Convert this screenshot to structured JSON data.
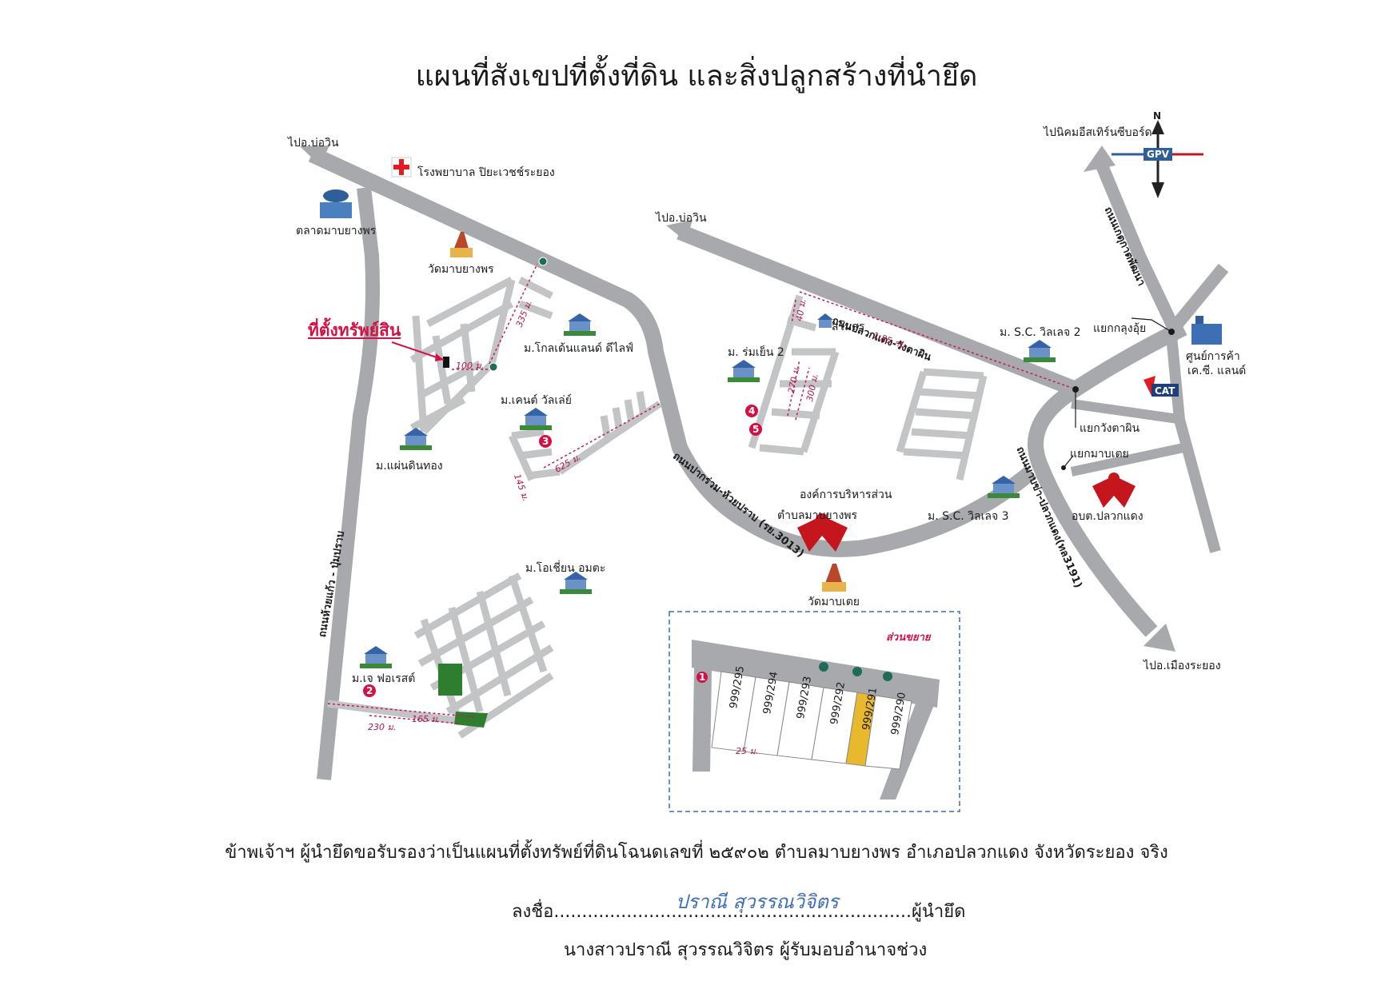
{
  "title": "แผนที่สังเขปที่ตั้งที่ดิน และสิ่งปลูกสร้างที่นำยึด",
  "places": {
    "to_bo_win_left": "ไปอ.บ่อวิน",
    "to_bo_win_mid": "ไปอ.บ่อวิน",
    "to_nikhom": "ไปนิคมอีสเทิร์นซีบอร์ด",
    "to_mueang_rayong": "ไปอ.เมืองระยอง",
    "hospital": "โรงพยาบาล ปิยะเวชช์ระยอง",
    "market": "ตลาดมาบยางพร",
    "temple_mabyangphon": "วัดมาบยางพร",
    "target": "ที่ตั้งทรัพย์สิน",
    "golden_land": "ม.โกลเด้นแลนด์ ดีไลฟ์",
    "kent_valley": "ม.เคนต์ วัลเล่ย์",
    "phaen_din_thong": "ม.แผ่นดินทอง",
    "rom_yen_2": "ม. ร่มเย็น 2",
    "samosorn": "สโมสร",
    "sc_village_2": "ม. S.C. วิลเลจ 2",
    "sc_village_3": "ม. S.C. วิลเลจ 3",
    "junction_kung_ui": "แยกกลุงอุ้ย",
    "junction_wang_ta_phin": "แยกวังตาผิน",
    "junction_map_toei": "แยกมาบเตย",
    "commerce_center_line1": "ศูนย์การค้า",
    "commerce_center_line2": "เค.ซี. แลนด์",
    "cat": "CAT",
    "tao_mabyangphon_line1": "องค์การบริหารส่วน",
    "tao_mabyangphon_line2": "ตำบลมาบยางพร",
    "tao_pluakdaeng": "อบต.ปลวกแดง",
    "temple_maptoei": "วัดมาบเตย",
    "ocean_amata": "ม.โอเชี่ยน อมตะ",
    "j_forest": "ม.เจ ฟอเรสต์"
  },
  "roads": {
    "pluakdaeng_wang_ta_phin": "ถนนปลวกแดง-วังตาผิน",
    "pakruam_huai_prap": "ถนนปากร่วม-ห้วยปราบ (รย.3013)",
    "huai_kaeo_pum": "ถนนห้วยแก้ว - ปุ่มปราบ",
    "map_yang_pluakdaeng": "ถนนมาบข่า-ปลวกแดง(ทล3191)",
    "kung_ui_road": "ถนนเกตุกาตพัฒนา"
  },
  "distances": {
    "d100": "100 ม.",
    "d335": "335 ม.",
    "d625": "625 ม.",
    "d145": "145 ม.",
    "d1_85km": "1.85 กม.",
    "d270": "270 ม.",
    "d300": "300 ม.",
    "d40": "40 ม.",
    "d165": "165 ม.",
    "d230": "230 ม.",
    "d25": "25 ม."
  },
  "markers": {
    "m1": "1",
    "m2": "2",
    "m3": "3",
    "m4": "4",
    "m5": "5"
  },
  "compass": {
    "north": "N",
    "logo": "GPV"
  },
  "inset": {
    "title": "ส่วนขยาย",
    "plots": [
      "999/295",
      "999/294",
      "999/293",
      "999/292",
      "999/291",
      "999/290"
    ],
    "highlight_plot": "999/291"
  },
  "certification": "ข้าพเจ้าฯ ผู้นำยึดขอรับรองว่าเป็นแผนที่ตั้งทรัพย์ที่ดินโฉนดเลขที่ ๒๕๙๐๒ ตำบลมาบยางพร อำเภอปลวกแดง จังหวัดระยอง จริง",
  "signature": {
    "prefix": "ลงชื่อ",
    "dots_left": "................................",
    "dots_right": "................................",
    "handwritten": "ปราณี สุวรรณวิจิตร",
    "role": "ผู้นำยึด",
    "name_line": "นางสาวปราณี สุวรรณวิจิตร ผู้รับมอบอำนาจช่วง"
  },
  "colors": {
    "road": "#a7a9ac",
    "distance": "#c8175d",
    "marker": "#d31145",
    "highlight_plot": "#e8b92c",
    "park": "#2f7d2f",
    "inset_border": "#3d6fa8"
  }
}
